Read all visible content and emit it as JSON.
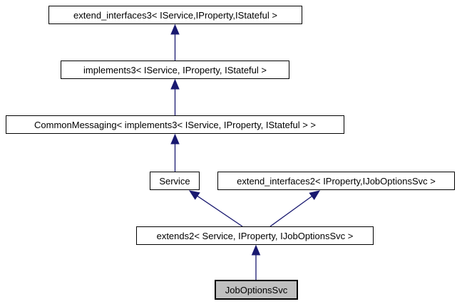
{
  "diagram": {
    "kind": "class-inheritance-graph",
    "focus_class": "JobOptionsSvc",
    "colors": {
      "arrow": "#191970",
      "node_border": "#000000",
      "node_fill": "#ffffff",
      "highlight_fill": "#c0c0c0",
      "background": "#ffffff"
    },
    "nodes": [
      {
        "id": "extend_interfaces3",
        "label": "extend_interfaces3< IService,IProperty,IStateful >",
        "highlighted": false
      },
      {
        "id": "implements3",
        "label": "implements3< IService, IProperty, IStateful >",
        "highlighted": false
      },
      {
        "id": "CommonMessaging",
        "label": "CommonMessaging< implements3< IService, IProperty, IStateful > >",
        "highlighted": false
      },
      {
        "id": "Service",
        "label": "Service",
        "highlighted": false
      },
      {
        "id": "extend_interfaces2",
        "label": "extend_interfaces2< IProperty,IJobOptionsSvc >",
        "highlighted": false
      },
      {
        "id": "extends2",
        "label": "extends2< Service, IProperty, IJobOptionsSvc >",
        "highlighted": false
      },
      {
        "id": "JobOptionsSvc",
        "label": "JobOptionsSvc",
        "highlighted": true
      }
    ],
    "edges": [
      {
        "from": "implements3",
        "to": "extend_interfaces3"
      },
      {
        "from": "CommonMessaging",
        "to": "implements3"
      },
      {
        "from": "Service",
        "to": "CommonMessaging"
      },
      {
        "from": "extends2",
        "to": "Service"
      },
      {
        "from": "extends2",
        "to": "extend_interfaces2"
      },
      {
        "from": "JobOptionsSvc",
        "to": "extends2"
      }
    ]
  }
}
